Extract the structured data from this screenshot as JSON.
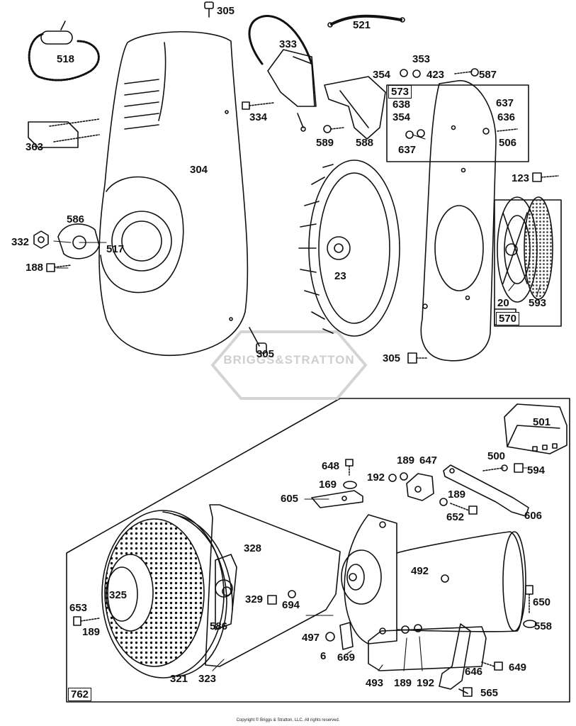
{
  "watermark": "BRIGGS&STRATTON",
  "copyright": "Copyright © Briggs & Stratton, LLC. All rights reserved.",
  "labels": {
    "p305a": "305",
    "p521": "521",
    "p518": "518",
    "p333": "333",
    "p353": "353",
    "p354a": "354",
    "p423": "423",
    "p587": "587",
    "p573": "573",
    "p638": "638",
    "p354b": "354",
    "p637a": "637",
    "p636": "636",
    "p506": "506",
    "p637b": "637",
    "p334": "334",
    "p589": "589",
    "p588": "588",
    "p363": "363",
    "p304": "304",
    "p123": "123",
    "p586a": "586",
    "p332": "332",
    "p517": "517",
    "p188": "188",
    "p23": "23",
    "p20": "20",
    "p593": "593",
    "p570": "570",
    "p305b": "305",
    "p305c": "305",
    "p501": "501",
    "p648": "648",
    "p189a": "189",
    "p647": "647",
    "p500": "500",
    "p169": "169",
    "p192a": "192",
    "p594": "594",
    "p605": "605",
    "p189b": "189",
    "p652": "652",
    "p606": "606",
    "p328": "328",
    "p492": "492",
    "p325": "325",
    "p329": "329",
    "p694": "694",
    "p650": "650",
    "p653": "653",
    "p189c": "189",
    "p586b": "586",
    "p558": "558",
    "p497": "497",
    "p6": "6",
    "p669": "669",
    "p646": "646",
    "p649": "649",
    "p321": "321",
    "p323": "323",
    "p493": "493",
    "p189d": "189",
    "p192b": "192",
    "p565": "565",
    "p762": "762"
  }
}
